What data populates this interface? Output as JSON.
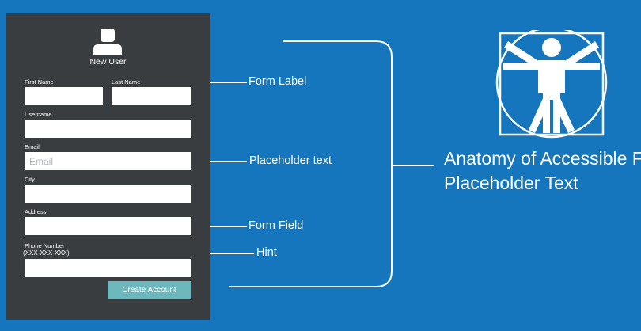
{
  "form": {
    "title": "New User",
    "avatar_icon": "user-avatar-icon",
    "first_name_label": "First Name",
    "last_name_label": "Last Name",
    "username_label": "Username",
    "email_label": "Email",
    "email_placeholder": "Email",
    "city_label": "City",
    "address_label": "Address",
    "phone_label": "Phone Number",
    "phone_hint": "(XXX-XXX-XXX)",
    "submit_label": "Create Account"
  },
  "callouts": {
    "form_label": "Form Label",
    "placeholder_text": "Placeholder text",
    "form_field": "Form Field",
    "hint": "Hint"
  },
  "title": {
    "line1": "Anatomy of Accessible F",
    "line2": "Placeholder Text"
  },
  "colors": {
    "background": "#1576bd",
    "panel": "#3a3d3f",
    "button": "#6cb8bd"
  },
  "icons": {
    "logo": "vitruvian-man-icon"
  }
}
